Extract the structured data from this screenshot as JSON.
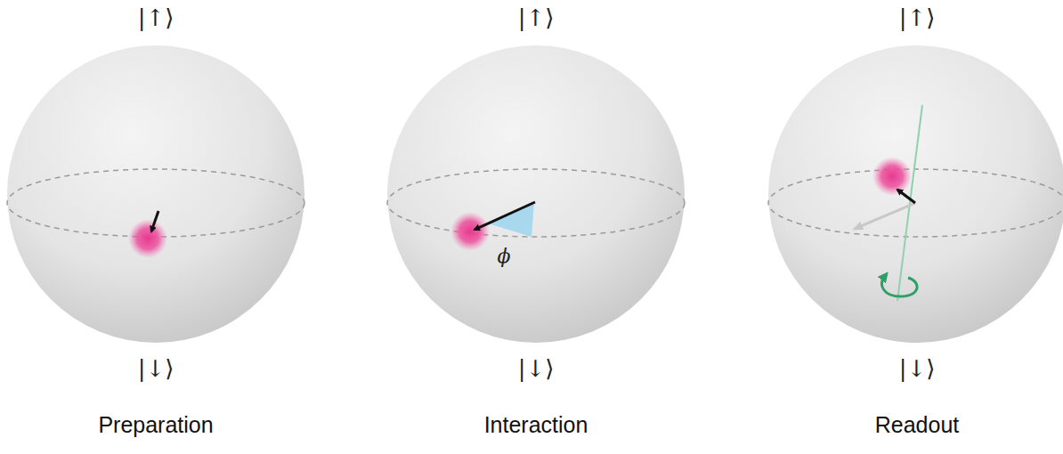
{
  "diagram": {
    "labels": [
      "|↑⟩",
      "|↓⟩",
      "|↑⟩",
      "ϕ",
      "|↓⟩",
      "|↑⟩",
      "|↓⟩",
      "Preparation",
      "Interaction",
      "Readout"
    ]
  }
}
